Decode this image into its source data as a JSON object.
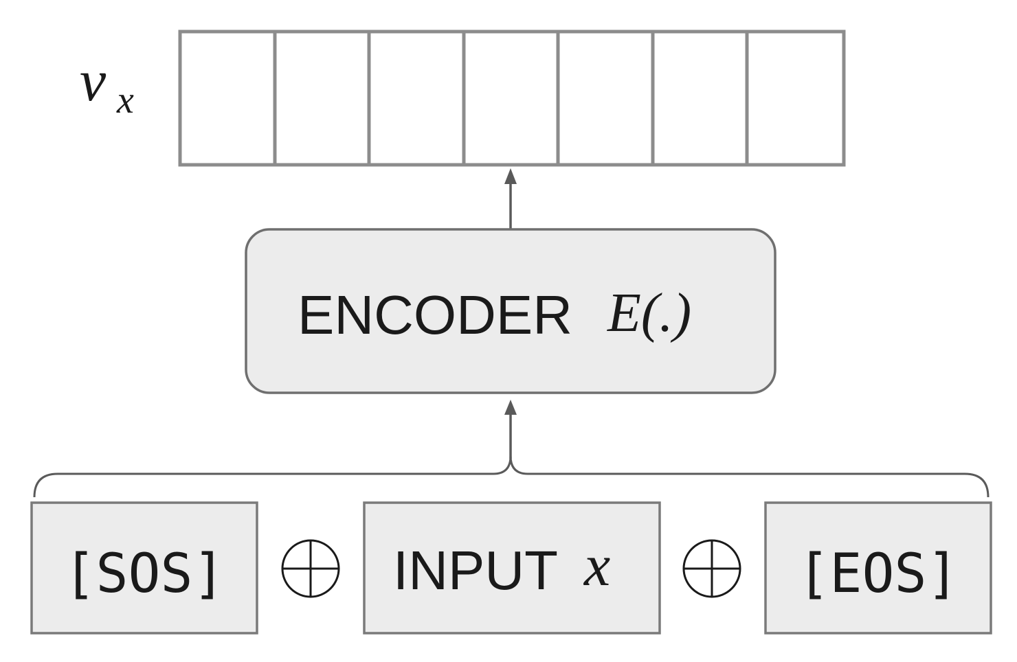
{
  "vector": {
    "symbol": "v",
    "subscript": "x",
    "cell_count": 7
  },
  "encoder": {
    "label": "ENCODER",
    "function": "E(.)"
  },
  "tokens": {
    "sos": "[SOS]",
    "input_label": "INPUT",
    "input_var": "x",
    "eos": "[EOS]"
  },
  "operators": {
    "concat_symbol": "⊕"
  },
  "colors": {
    "box_fill": "#ececec",
    "stroke": "#6f6f6f",
    "cell_stroke": "#8c8c8c",
    "text": "#1a1a1a"
  }
}
